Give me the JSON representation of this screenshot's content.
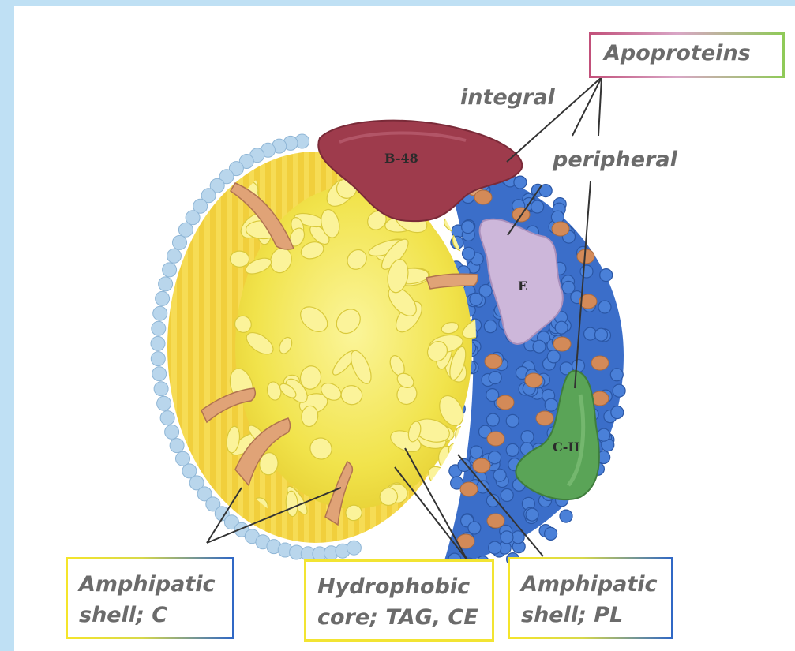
{
  "labels": {
    "apoproteins": "Apoproteins",
    "integral": "integral",
    "peripheral": "peripheral",
    "amphipatic_c": [
      "Amphipatic",
      "shell; C"
    ],
    "hydrophobic_core": [
      "Hydrophobic",
      "core; TAG, CE"
    ],
    "amphipatic_pl": [
      "Amphipatic",
      "shell; PL"
    ]
  },
  "proteins": {
    "b48": "B-48",
    "e": "E",
    "c2": "C-II"
  },
  "colors": {
    "background": "#bfe0f4",
    "core_yellow": "#f4e24a",
    "shell_blue": "#3b6ec9",
    "phospholipid_head": "#b9d6ec",
    "b48_protein": "#9e3b4c",
    "e_protein": "#cdb7da",
    "c2_protein": "#5aa457",
    "cholesterol": "#e0a377"
  }
}
